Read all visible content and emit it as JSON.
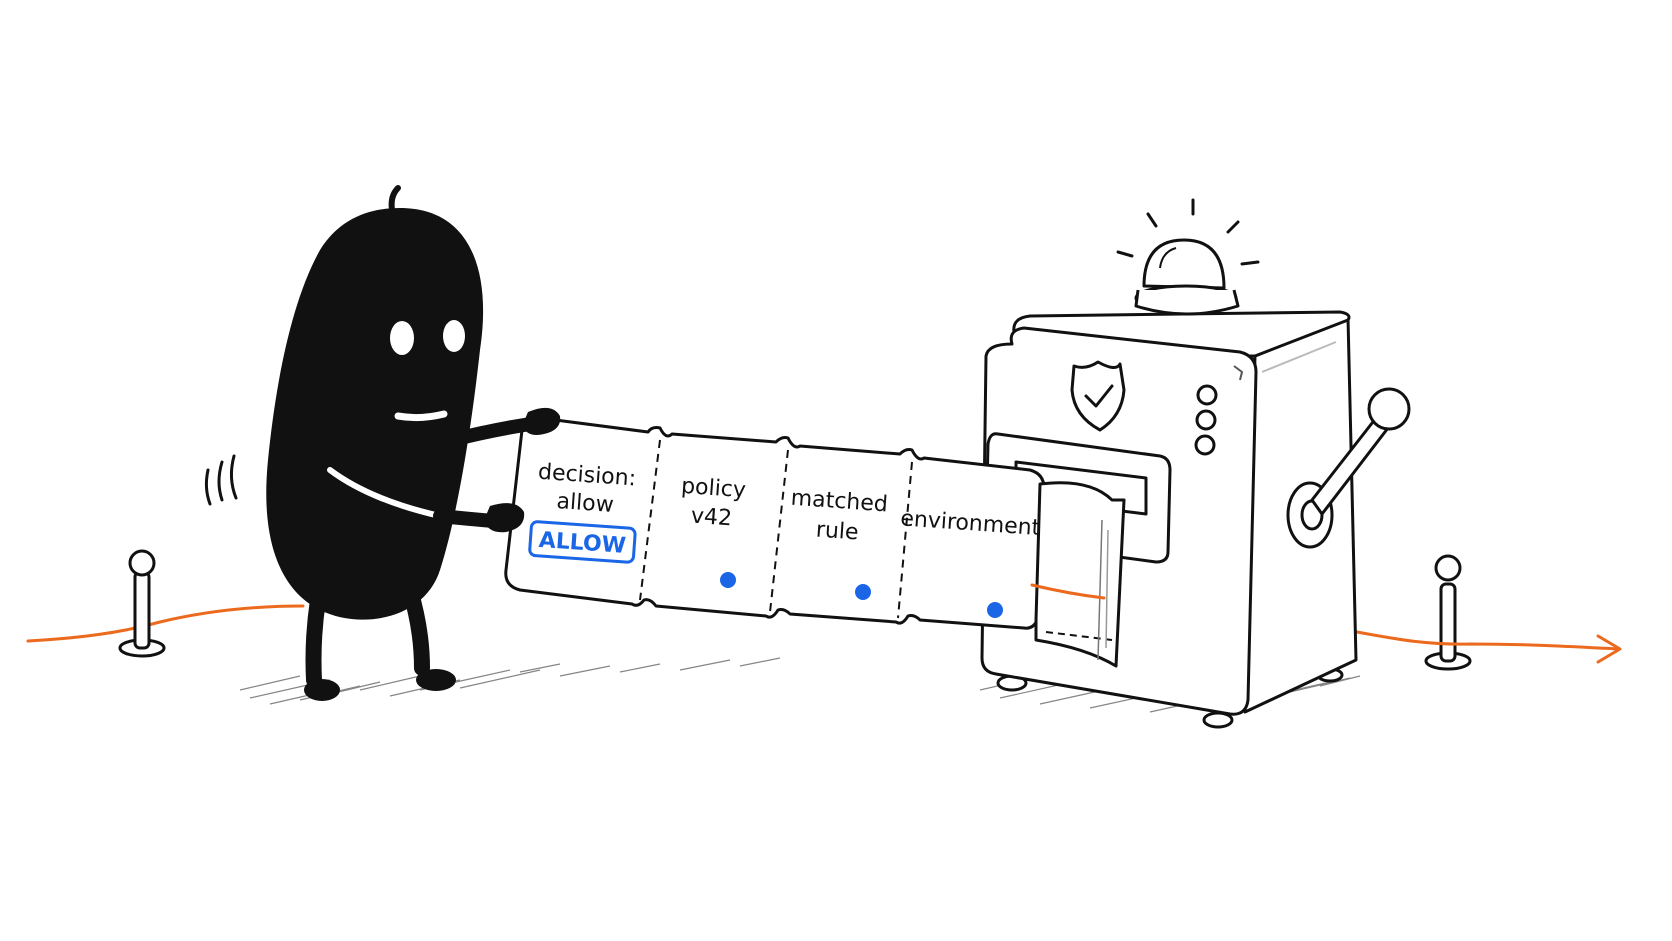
{
  "colors": {
    "ink": "#111111",
    "accent_orange": "#ec6a1e",
    "accent_blue": "#1a66e6",
    "paper": "#ffffff"
  },
  "ticket": {
    "segments": [
      {
        "line1": "decision:",
        "line2": "allow",
        "badge": "ALLOW",
        "dot": false
      },
      {
        "line1": "policy",
        "line2": "v42",
        "dot": true
      },
      {
        "line1": "matched",
        "line2": "rule",
        "dot": true
      },
      {
        "line1": "environment",
        "line2": "",
        "dot": true
      }
    ]
  },
  "icons": {
    "machine_emblem": "shield-check-icon",
    "alarm": "alarm-light-icon",
    "flow_arrow": "arrow-right-icon"
  }
}
